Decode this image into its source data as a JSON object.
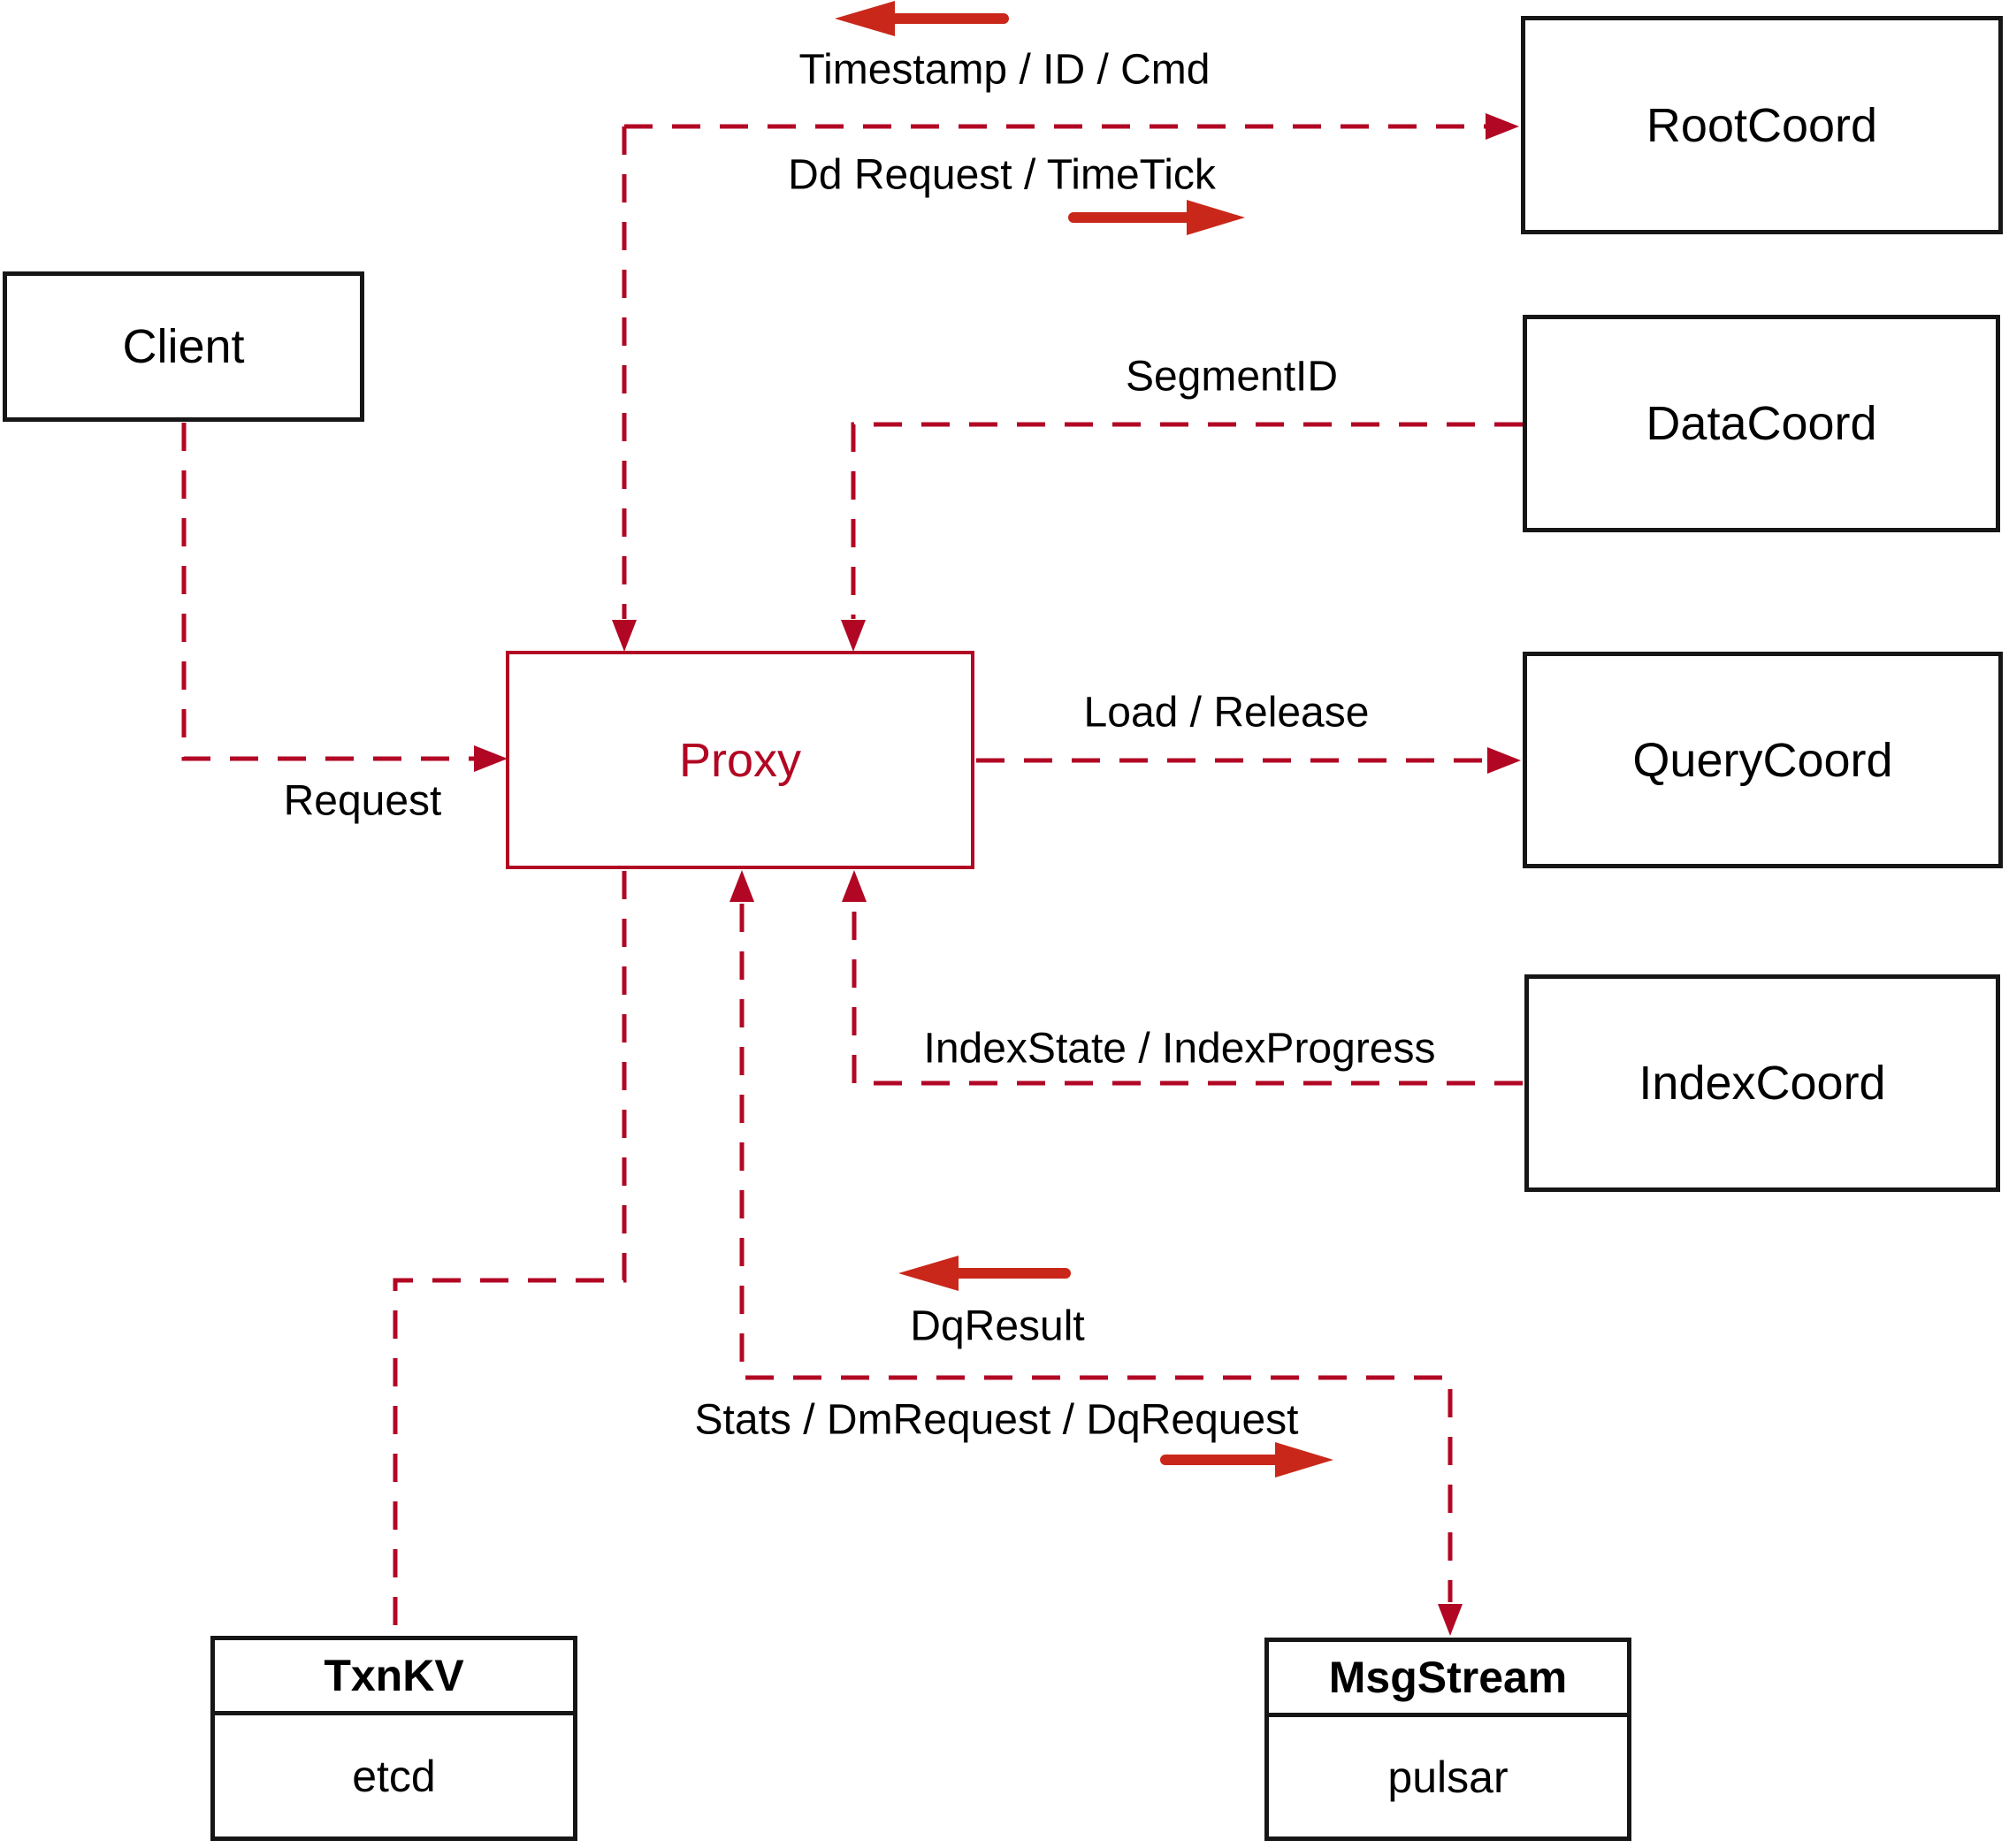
{
  "nodes": {
    "client": {
      "label": "Client"
    },
    "proxy": {
      "label": "Proxy"
    },
    "root_coord": {
      "label": "RootCoord"
    },
    "data_coord": {
      "label": "DataCoord"
    },
    "query_coord": {
      "label": "QueryCoord"
    },
    "index_coord": {
      "label": "IndexCoord"
    },
    "txn_kv": {
      "title": "TxnKV",
      "impl": "etcd"
    },
    "msg_stream": {
      "title": "MsgStream",
      "impl": "pulsar"
    }
  },
  "edge_labels": {
    "timestamp_id_cmd": "Timestamp / ID / Cmd",
    "dd_request_timetick": "Dd Request / TimeTick",
    "segment_id": "SegmentID",
    "load_release": "Load / Release",
    "index_state_progress": "IndexState / IndexProgress",
    "request": "Request",
    "dq_result": "DqResult",
    "stats_dm_dq": "Stats / DmRequest / DqRequest"
  },
  "colors": {
    "line": "#B20724",
    "arrow": "#C9271A",
    "box_border": "#161616",
    "text": "#000000",
    "background": "#FFFFFF"
  }
}
